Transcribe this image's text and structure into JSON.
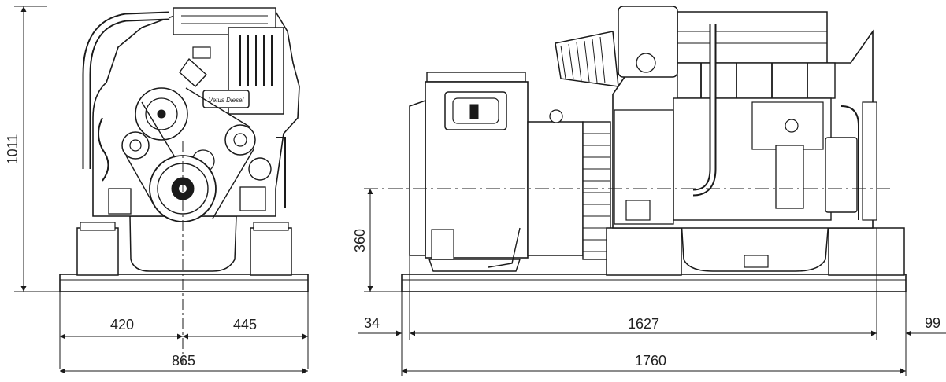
{
  "front_view": {
    "badge": "Vetus Diesel",
    "dimensions": {
      "height": "1011",
      "left_width": "420",
      "right_width": "445",
      "total_width": "865"
    }
  },
  "side_view": {
    "dimensions": {
      "shaft_height": "360",
      "front_offset": "34",
      "base_length": "1627",
      "rear_offset": "99",
      "total_length": "1760"
    }
  }
}
